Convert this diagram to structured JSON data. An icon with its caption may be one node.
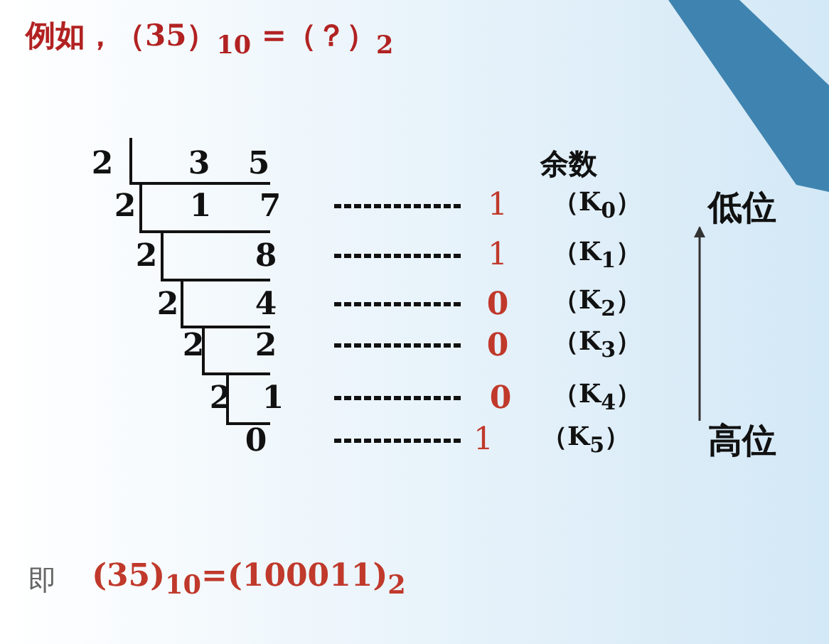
{
  "diagram": {
    "title": "例如，（35）$_{10}$ =（？）$_{2}$",
    "nodes": [
      {
        "text": [
          "低位"
        ]
      },
      {
        "text": [
          "高位"
        ]
      }
    ],
    "edges": [
      {
        "from": 1,
        "to": 0,
        "arrow": "to"
      }
    ],
    "labels": [
      "2",
      "3",
      "5",
      "余数",
      "2",
      "1",
      "7",
      "1",
      "（K$_{0}$）",
      "2",
      "8",
      "1",
      "（K$_{1}$）",
      "2",
      "4",
      "0",
      "（K$_{2}$）",
      "2",
      "2",
      "0",
      "（K$_{3}$）",
      "2",
      "1",
      "0",
      "（K$_{4}$）",
      "0",
      "1",
      "（K$_{5}$）",
      "即",
      "(35)$_{10}$=(100011)$_{2}$"
    ]
  }
}
